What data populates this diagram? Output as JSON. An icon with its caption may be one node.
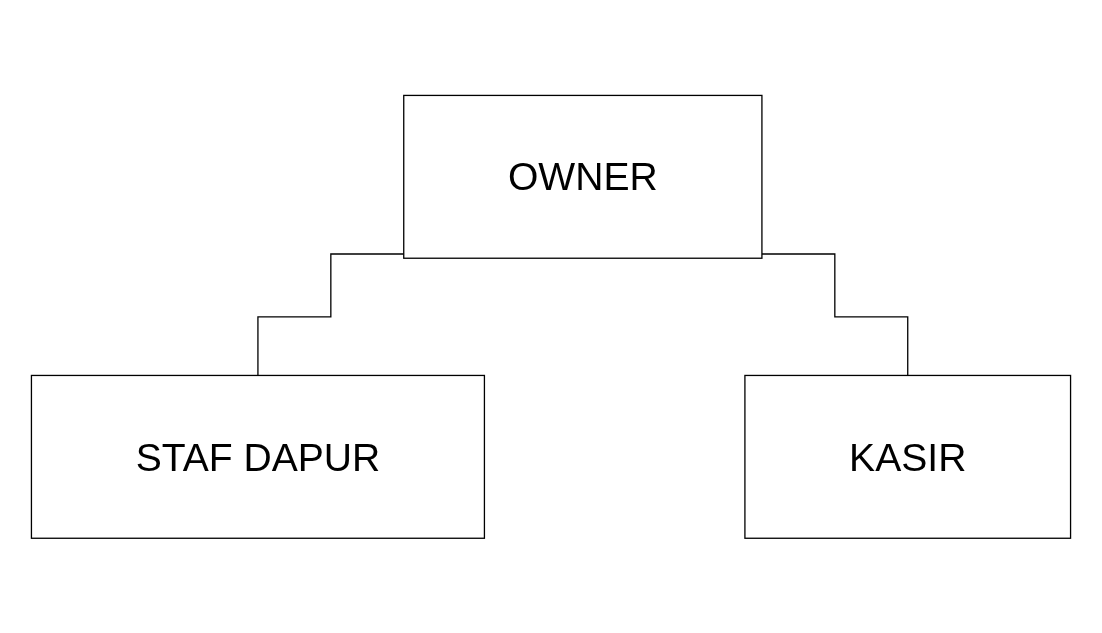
{
  "diagram": {
    "nodes": [
      {
        "text": [
          "OWNER"
        ]
      },
      {
        "text": [
          "STAF DAPUR"
        ]
      },
      {
        "text": [
          "KASIR"
        ]
      }
    ],
    "edges": [
      {
        "from": 0,
        "to": 1,
        "arrow": "none"
      },
      {
        "from": 0,
        "to": 2,
        "arrow": "none"
      }
    ]
  }
}
